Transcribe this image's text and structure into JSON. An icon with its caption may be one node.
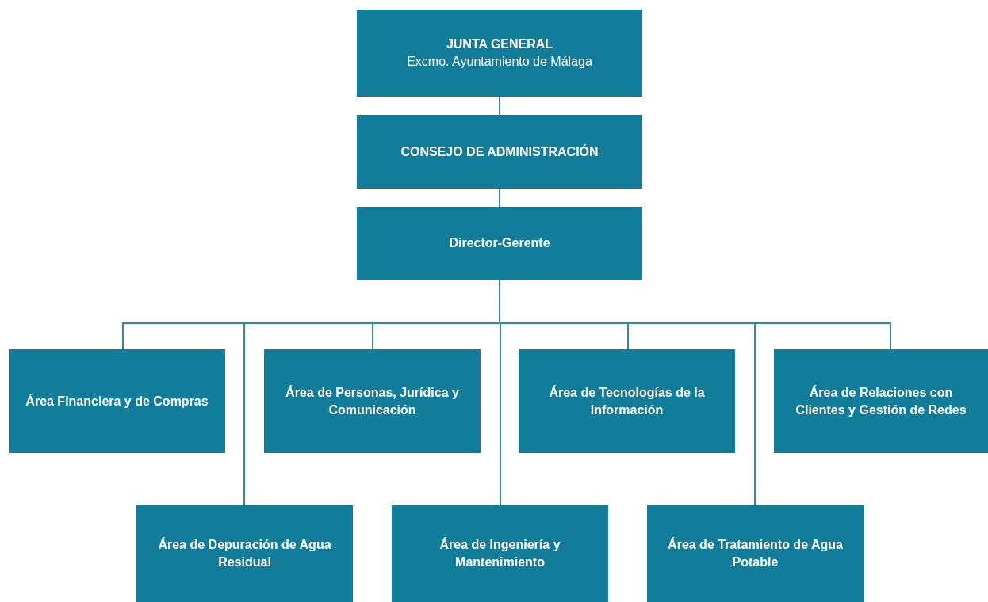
{
  "diagram": {
    "nodes": [
      {
        "text": [
          "JUNTA GENERAL",
          "Excmo. Ayuntamiento de Málaga"
        ]
      },
      {
        "text": [
          "CONSEJO DE ADMINISTRACIÓN"
        ]
      },
      {
        "text": [
          "Director-Gerente"
        ]
      },
      {
        "text": [
          "Área Financiera y de Compras"
        ]
      },
      {
        "text": [
          "Área de Personas, Jurídica y Comunicación"
        ]
      },
      {
        "text": [
          "Área de Tecnologías de la Información"
        ]
      },
      {
        "text": [
          "Área de Relaciones con Clientes y Gestión de Redes"
        ]
      },
      {
        "text": [
          "Área de Depuración de Agua Residual"
        ]
      },
      {
        "text": [
          "Área de Ingeniería y Mantenimiento"
        ]
      },
      {
        "text": [
          "Área de Tratamiento de Agua Potable"
        ]
      }
    ],
    "edges": [
      {
        "from": 0,
        "to": 1,
        "arrow": "none"
      },
      {
        "from": 1,
        "to": 2,
        "arrow": "none"
      },
      {
        "from": 2,
        "to": 3,
        "arrow": "none"
      },
      {
        "from": 2,
        "to": 7,
        "arrow": "none"
      },
      {
        "from": 2,
        "to": 4,
        "arrow": "none"
      },
      {
        "from": 2,
        "to": 8,
        "arrow": "none"
      },
      {
        "from": 2,
        "to": 5,
        "arrow": "none"
      },
      {
        "from": 2,
        "to": 9,
        "arrow": "none"
      },
      {
        "from": 2,
        "to": 6,
        "arrow": "none"
      }
    ]
  }
}
